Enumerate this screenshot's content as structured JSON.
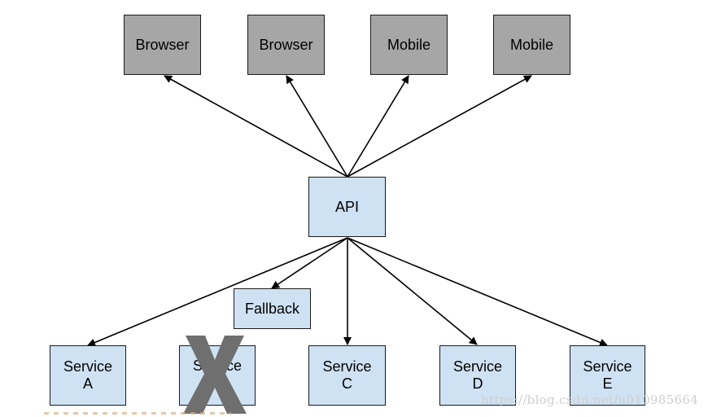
{
  "clients": {
    "browser_1": "Browser",
    "browser_2": "Browser",
    "mobile_1": "Mobile",
    "mobile_2": "Mobile"
  },
  "gateway": {
    "label": "API"
  },
  "fallback": {
    "label": "Fallback"
  },
  "services": {
    "a": "Service\nA",
    "b": "Service",
    "c": "Service\nC",
    "d": "Service\nD",
    "e": "Service\nE"
  },
  "failed_service": "b",
  "watermark": "https://blog.csdn.net/u010985664",
  "colors": {
    "client_fill": "#a6a6a6",
    "service_fill": "#cfe2f3",
    "line": "#000000",
    "failure_mark": "#6f6f6f"
  }
}
